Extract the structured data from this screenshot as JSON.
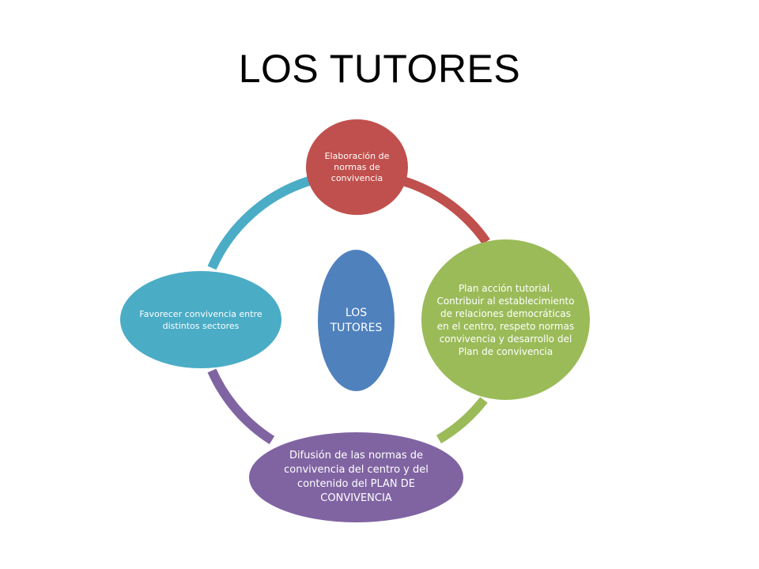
{
  "slide": {
    "title": "LOS TUTORES"
  },
  "diagram": {
    "center": {
      "label": "LOS TUTORES",
      "color": "#4F81BD"
    },
    "nodes": [
      {
        "id": "top",
        "label": "Elaboración de normas de convivencia",
        "color": "#C0504D"
      },
      {
        "id": "right",
        "label": "Plan acción tutorial. Contribuir al establecimiento de relaciones democráticas en el centro, respeto normas convivencia y desarrollo del Plan de convivencia",
        "color": "#9BBB59"
      },
      {
        "id": "bottom",
        "label": "Difusión de las normas de convivencia del centro y del contenido del PLAN DE CONVIVENCIA",
        "color": "#8064A2"
      },
      {
        "id": "left",
        "label": "Favorecer convivencia entre distintos sectores",
        "color": "#4BACC6"
      }
    ]
  }
}
